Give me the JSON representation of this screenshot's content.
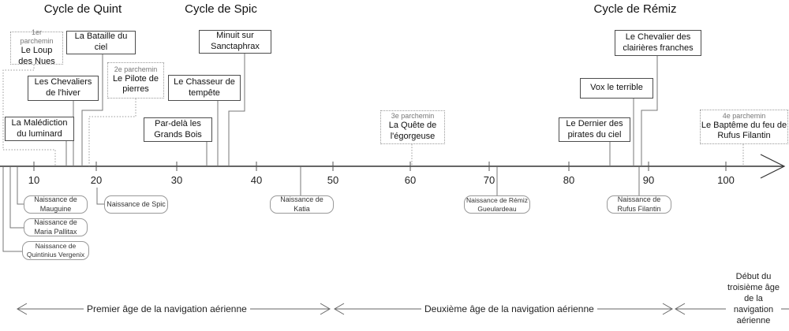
{
  "cycles": [
    {
      "label": "Cycle de Quint"
    },
    {
      "label": "Cycle de Spic"
    },
    {
      "label": "Cycle de Rémiz"
    }
  ],
  "books": {
    "bataille": {
      "title": "La Bataille du ciel"
    },
    "loup": {
      "parchment": "1er parchemin",
      "title": "Le Loup des Nues"
    },
    "chevaliers": {
      "title": "Les Chevaliers de l'hiver"
    },
    "pilote": {
      "parchment": "2e parchemin",
      "title": "Le Pilote de pierres"
    },
    "malediction": {
      "title": "La Malédiction du luminard"
    },
    "pardela": {
      "title": "Par-delà les Grands Bois"
    },
    "minuit": {
      "title": "Minuit sur Sanctaphrax"
    },
    "chasseur": {
      "title": "Le Chasseur de tempête"
    },
    "quete": {
      "parchment": "3e parchemin",
      "title": "La Quête de l'égorgeuse"
    },
    "vox": {
      "title": "Vox le terrible"
    },
    "clairieres": {
      "title": "Le Chevalier des clairières franches"
    },
    "dernier": {
      "title": "Le Dernier des pirates du ciel"
    },
    "bapteme": {
      "parchment": "4e parchemin",
      "title": "Le Baptême du feu de Rufus Filantin"
    }
  },
  "axis": {
    "ticks": [
      "10",
      "20",
      "30",
      "40",
      "50",
      "60",
      "70",
      "80",
      "90",
      "100"
    ]
  },
  "births": {
    "mauguine": {
      "label": "Naissance de Mauguine"
    },
    "maria": {
      "label": "Naissance de Maria Pallitax"
    },
    "quintinius": {
      "label": "Naissance de Quintinius Vergenix"
    },
    "spic": {
      "label": "Naissance de Spic"
    },
    "katia": {
      "label": "Naissance de Katia"
    },
    "remiz": {
      "label": "Naissance de Rémiz Gueulardeau"
    },
    "rufus": {
      "label": "Naissance de Rufus Filantin"
    }
  },
  "ages": [
    {
      "label": "Premier âge de la navigation aérienne"
    },
    {
      "label": "Deuxième âge de la navigation aérienne"
    },
    {
      "label": "Début du troisième âge de la navigation aérienne"
    }
  ],
  "colors": {
    "axis": "#333333",
    "connector": "#777777",
    "dotted_connector": "#999999",
    "box_border": "#4d4d4d",
    "birth_border": "#999999"
  }
}
